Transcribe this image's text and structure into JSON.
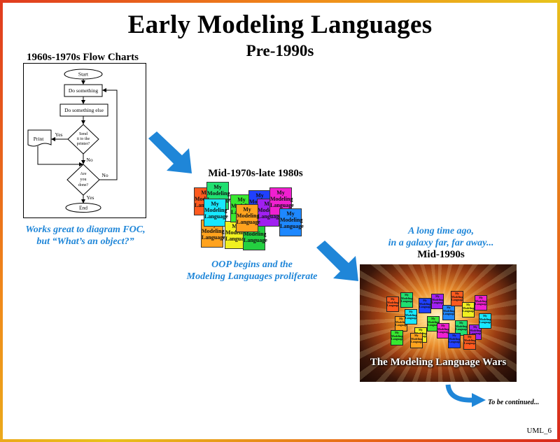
{
  "title": "Early Modeling Languages",
  "subtitle": "Pre-1990s",
  "flowchart": {
    "heading": "1960s-1970s Flow Charts",
    "start": "Start",
    "do_something": "Do something",
    "do_something_else": "Do something else",
    "decision1": [
      "Send",
      "it to the",
      "printer?"
    ],
    "print": "Print",
    "yes1": "Yes",
    "no1": "No",
    "decision2": [
      "Are",
      "you",
      "done?"
    ],
    "no2": "No",
    "yes2": "Yes",
    "end": "End",
    "caption_line1": "Works great to diagram FOC,",
    "caption_line2": "but “What’s an object?”"
  },
  "mid1970s": {
    "heading": "Mid-1970s-late 1980s",
    "caption_line1": "OOP begins and the",
    "caption_line2": "Modeling Languages proliferate",
    "card_text": [
      "My",
      "Modeling",
      "Language"
    ]
  },
  "mid1990s": {
    "intro_line1": "A long time ago,",
    "intro_line2": "in a galaxy far, far away...",
    "heading": "Mid-1990s",
    "panel_caption": "The Modeling Language Wars"
  },
  "to_be_continued": "To be continued...",
  "slide_id": "UML_6",
  "colors": {
    "accent_blue": "#1f86d8",
    "frame_red": "#e03a1e",
    "frame_orange": "#f08a1a"
  }
}
